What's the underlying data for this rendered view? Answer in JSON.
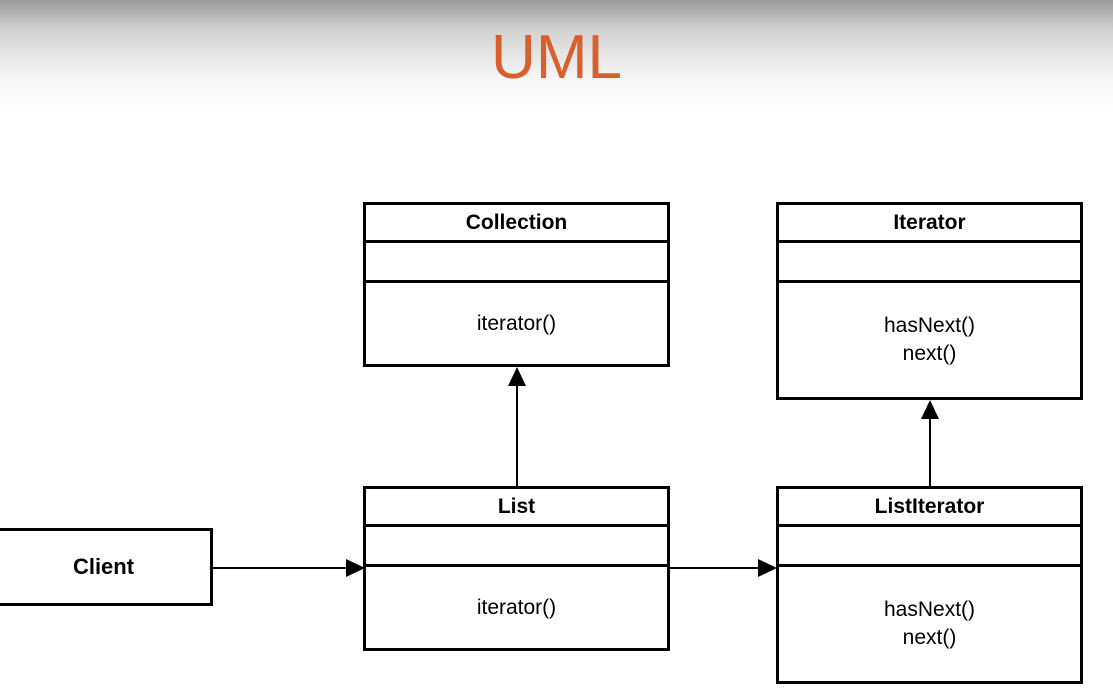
{
  "slide": {
    "title": "UML",
    "title_color": "#d8602d"
  },
  "classes": {
    "collection": {
      "name": "Collection",
      "operations": [
        "iterator()"
      ]
    },
    "iterator": {
      "name": "Iterator",
      "operations": [
        "hasNext()",
        "next()"
      ]
    },
    "list": {
      "name": "List",
      "operations": [
        "iterator()"
      ]
    },
    "list_iterator": {
      "name": "ListIterator",
      "operations": [
        "hasNext()",
        "next()"
      ]
    }
  },
  "client": {
    "name": "Client"
  }
}
